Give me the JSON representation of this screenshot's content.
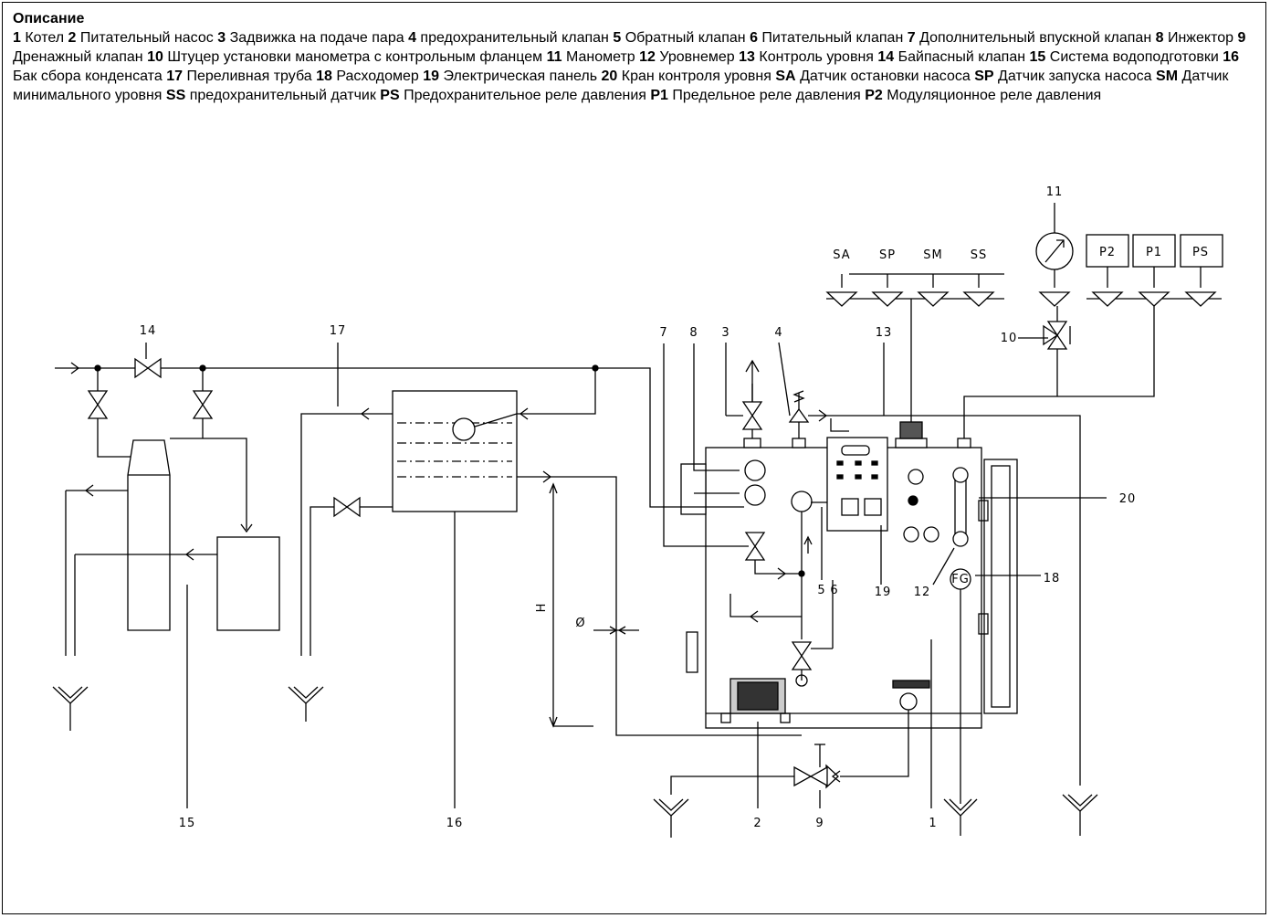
{
  "legend": {
    "title": "Описание",
    "items": [
      {
        "code": "1",
        "text": "Котел"
      },
      {
        "code": "2",
        "text": "Питательный насос"
      },
      {
        "code": "3",
        "text": "Задвижка на подаче пара"
      },
      {
        "code": "4",
        "text": "предохранительный клапан"
      },
      {
        "code": "5",
        "text": "Обратный клапан"
      },
      {
        "code": "6",
        "text": "Питательный клапан"
      },
      {
        "code": "7",
        "text": "Дополнительный впускной клапан"
      },
      {
        "code": "8",
        "text": "Инжектор"
      },
      {
        "code": "9",
        "text": "Дренажный клапан"
      },
      {
        "code": "10",
        "text": "Штуцер установки манометра с контрольным фланцем"
      },
      {
        "code": "11",
        "text": "Манометр"
      },
      {
        "code": "12",
        "text": "Уровнемер"
      },
      {
        "code": "13",
        "text": "Контроль уровня"
      },
      {
        "code": "14",
        "text": "Байпасный клапан"
      },
      {
        "code": "15",
        "text": "Система водоподготовки"
      },
      {
        "code": "16",
        "text": "Бак сбора конденсата"
      },
      {
        "code": "17",
        "text": "Переливная труба"
      },
      {
        "code": "18",
        "text": "Расходомер"
      },
      {
        "code": "19",
        "text": "Электрическая панель"
      },
      {
        "code": "20",
        "text": "Кран контроля уровня"
      },
      {
        "code": "SA",
        "text": "Датчик остановки насоса"
      },
      {
        "code": "SP",
        "text": "Датчик запуска насоса"
      },
      {
        "code": "SM",
        "text": "Датчик минимального уровня"
      },
      {
        "code": "SS",
        "text": "предохранительный датчик"
      },
      {
        "code": "PS",
        "text": "Предохранительное реле давления"
      },
      {
        "code": "P1",
        "text": "Предельное реле давления"
      },
      {
        "code": "P2",
        "text": "Модуляционное реле давления"
      }
    ]
  },
  "diagram": {
    "sensors": [
      "SA",
      "SP",
      "SM",
      "SS"
    ],
    "relays": [
      "P2",
      "P1",
      "PS"
    ],
    "gauge_label": "11",
    "flowmeter_label": "FG",
    "dimension_h": "H",
    "dimension_d": "Ø",
    "callouts": {
      "c1": "1",
      "c2": "2",
      "c3": "3",
      "c4": "4",
      "c5": "5",
      "c6": "6",
      "c7": "7",
      "c8": "8",
      "c9": "9",
      "c10": "10",
      "c12": "12",
      "c13": "13",
      "c14": "14",
      "c15": "15",
      "c16": "16",
      "c17": "17",
      "c18": "18",
      "c19": "19",
      "c20": "20"
    }
  }
}
